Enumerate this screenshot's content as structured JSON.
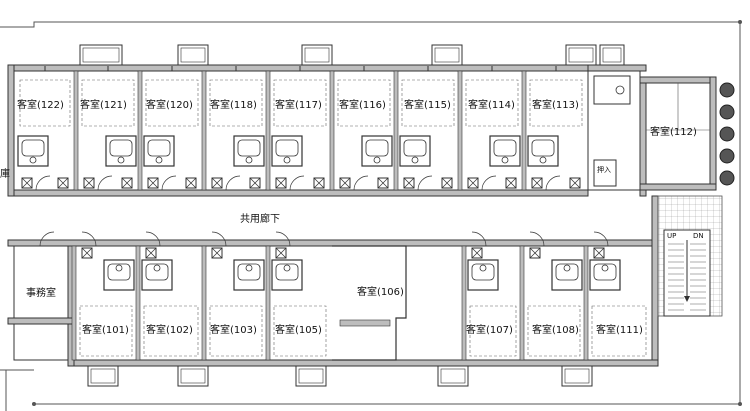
{
  "floor_plan": {
    "corridor_label": "共用廊下",
    "office_label": "事務室",
    "closet_label": "押入",
    "stair_up": "UP",
    "stair_dn": "DN",
    "edge_label": "庫",
    "north_rooms": [
      "客室(122)",
      "客室(121)",
      "客室(120)",
      "客室(118)",
      "客室(117)",
      "客室(116)",
      "客室(115)",
      "客室(114)",
      "客室(113)"
    ],
    "tatami_room": "客室(112)",
    "south_rooms": [
      "客室(101)",
      "客室(102)",
      "客室(103)",
      "客室(105)",
      "客室(106)",
      "客室(107)",
      "客室(108)",
      "客室(111)"
    ]
  }
}
